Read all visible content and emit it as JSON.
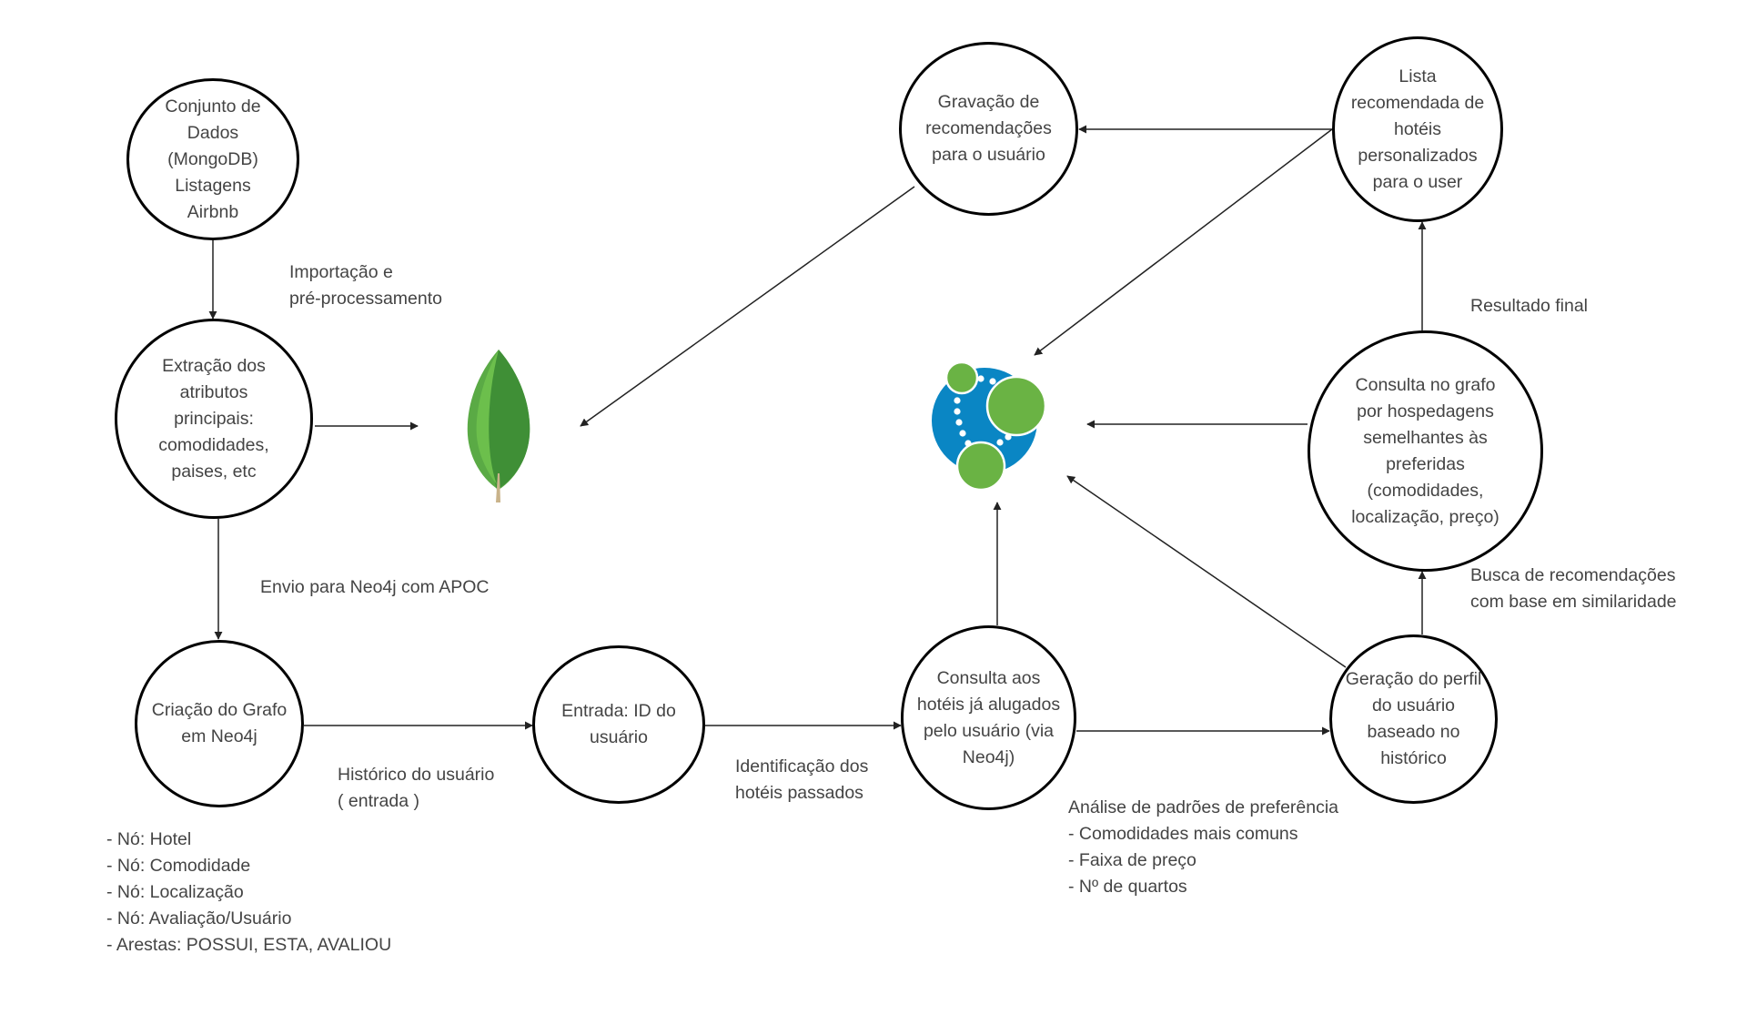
{
  "nodes": {
    "dataset": "Conjunto de\nDados\n(MongoDB)\nListagens\nAirbnb",
    "extraction": "Extração dos\natributos\nprincipais:\ncomodidades,\npaises, etc",
    "graph_creation": "Criação do Grafo\nem Neo4j",
    "user_input": "Entrada: ID do\nusuário",
    "rented_query": "Consulta aos\nhotéis já alugados\npelo usuário (via\nNeo4j)",
    "profile": "Geração do perfil\ndo usuário\nbaseado no\nhistórico",
    "similar_query": "Consulta no grafo\npor hospedagens\nsemelhantes às\npreferidas\n(comodidades,\nlocalização, preço)",
    "hotel_list": "Lista\nrecomendada de\nhotéis\npersonalizados\npara o user",
    "save": "Gravação de\nrecomendações\npara o usuário"
  },
  "labels": {
    "import": "Importação e\npré-processamento",
    "send_neo4j": "Envio para Neo4j com APOC",
    "history": "Histórico do usuário\n( entrada )",
    "identify": "Identificação dos\nhotéis passados",
    "final": "Resultado final",
    "search": "Busca de recomendações\ncom base em similaridade"
  },
  "graph_items": [
    "- Nó: Hotel",
    "- Nó: Comodidade",
    "- Nó: Localização",
    "- Nó: Avaliação/Usuário",
    "- Arestas: POSSUI, ESTA, AVALIOU"
  ],
  "analysis_items": [
    "Análise de padrões de preferência",
    "- Comodidades mais comuns",
    "- Faixa de preço",
    "- Nº de quartos"
  ],
  "icons": {
    "mongodb": "mongodb-leaf-logo",
    "neo4j": "neo4j-logo"
  },
  "colors": {
    "mongo_leaf_light": "#6cbf4c",
    "mongo_leaf_dark": "#3f8f36",
    "neo4j_blue": "#0a86c4",
    "neo4j_green": "#6ab344",
    "line": "#222222",
    "text": "#444444"
  }
}
